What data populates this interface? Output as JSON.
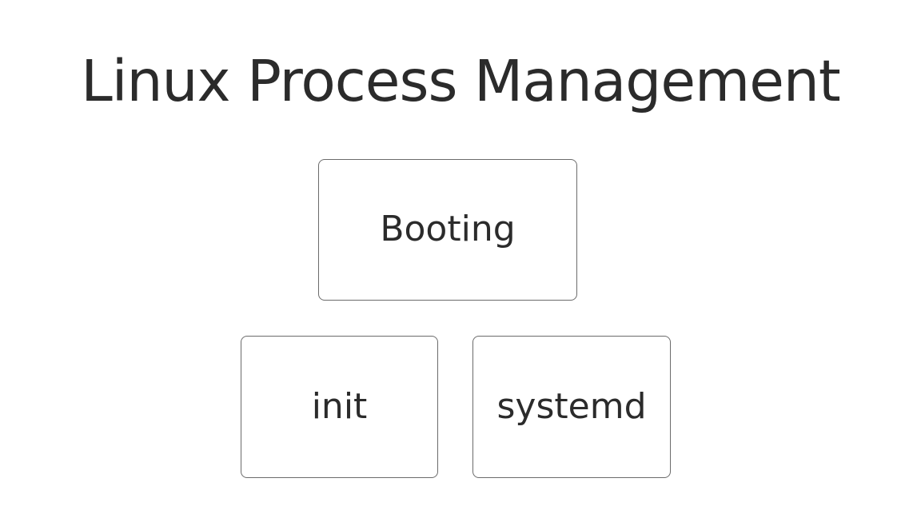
{
  "page": {
    "background_color": "#ffffff",
    "text_color": "#2b2b2b",
    "node_border_color": "#6b6b6b",
    "node_fill_color": "#ffffff"
  },
  "title": {
    "text": "Linux Process Management"
  },
  "diagram": {
    "nodes": [
      {
        "id": "booting",
        "label": "Booting"
      },
      {
        "id": "init",
        "label": "init"
      },
      {
        "id": "systemd",
        "label": "systemd"
      }
    ]
  }
}
